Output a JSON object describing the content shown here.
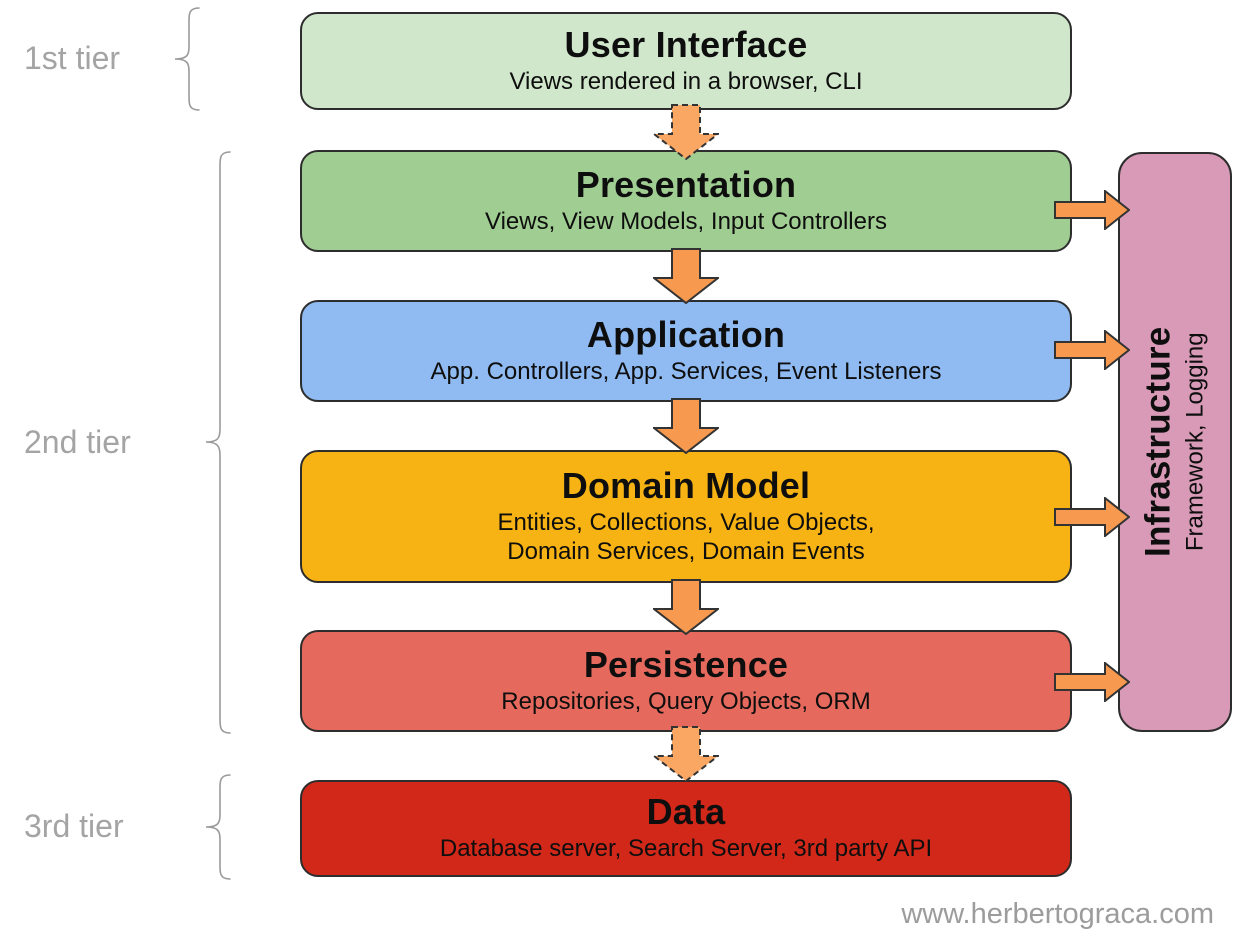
{
  "diagram": {
    "tier_labels": [
      {
        "label": "1st tier"
      },
      {
        "label": "2nd tier"
      },
      {
        "label": "3rd tier"
      }
    ],
    "layers": [
      {
        "title": "User Interface",
        "subtitle": "Views rendered in a browser, CLI",
        "fill": "#d0e7cb"
      },
      {
        "title": "Presentation",
        "subtitle": "Views, View Models, Input Controllers",
        "fill": "#a0cd92"
      },
      {
        "title": "Application",
        "subtitle": "App. Controllers, App. Services, Event Listeners",
        "fill": "#8fbbf2"
      },
      {
        "title": "Domain Model",
        "subtitle": "Entities, Collections, Value Objects,\nDomain Services, Domain Events",
        "fill": "#f7b314"
      },
      {
        "title": "Persistence",
        "subtitle": "Repositories, Query Objects, ORM",
        "fill": "#e56a5d"
      },
      {
        "title": "Data",
        "subtitle": "Database server, Search Server, 3rd party API",
        "fill": "#d2281a"
      }
    ],
    "infrastructure": {
      "title": "Infrastructure",
      "subtitle": "Framework, Logging",
      "fill": "#d89ab6"
    },
    "watermark": "www.herbertograca.com",
    "colors": {
      "arrow_solid": "#f79a50",
      "arrow_dashed": "#f9a763",
      "arrow_outline": "#333333",
      "box_border": "#2d2d2d",
      "tier_label": "#a4a4a4",
      "watermark": "#9c9c9c",
      "brace": "#9a9a9a"
    }
  }
}
